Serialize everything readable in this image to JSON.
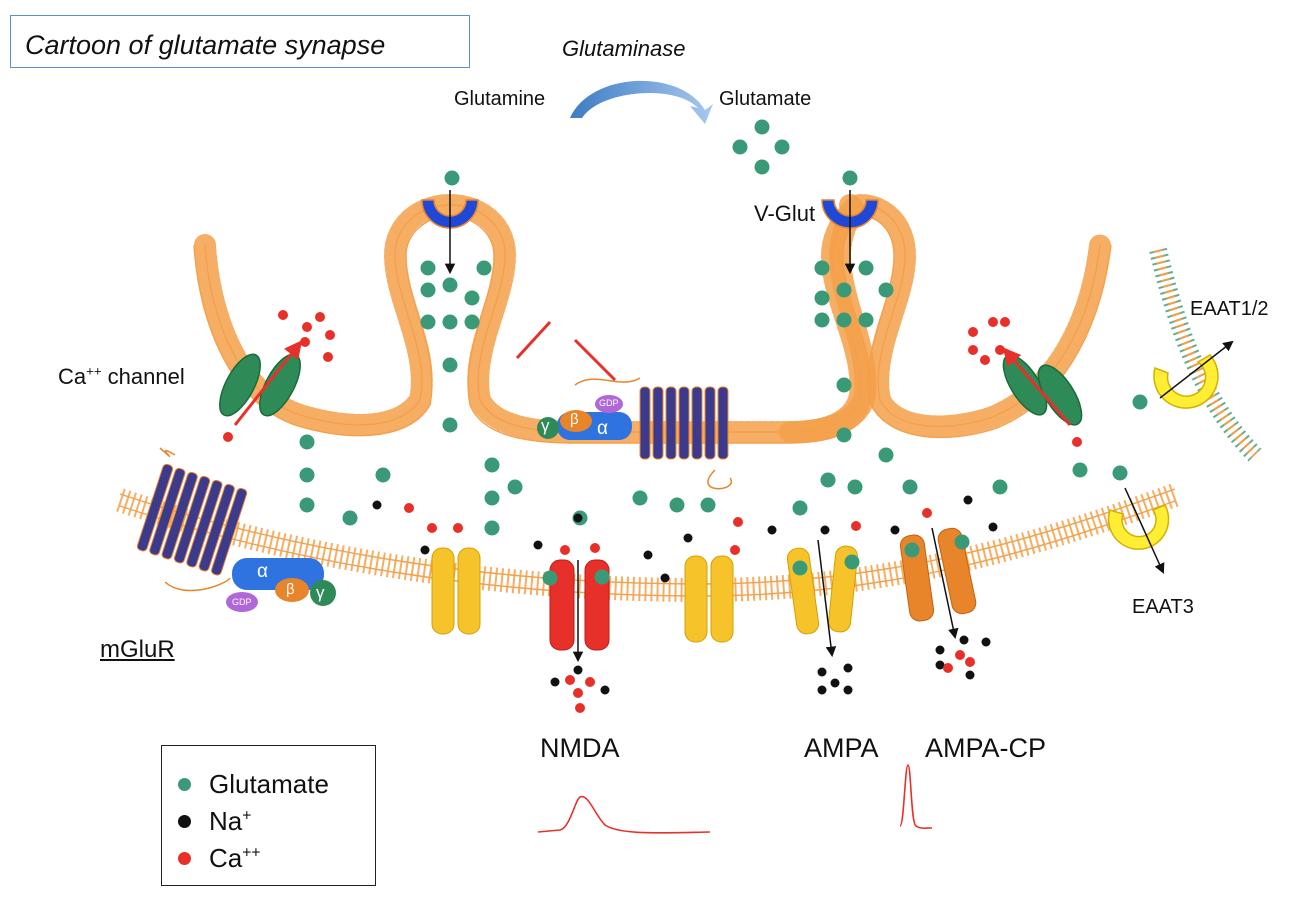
{
  "title": "Cartoon of glutamate synapse",
  "enzyme": {
    "name": "Glutaminase",
    "substrate": "Glutamine",
    "product": "Glutamate"
  },
  "labels": {
    "vglut": "V-Glut",
    "ca_channel": "Ca",
    "ca_channel_sup": "++",
    "ca_channel_suffix": " channel",
    "eaat12": "EAAT1/2",
    "eaat3": "EAAT3",
    "mglur": "mGluR",
    "nmda": "NMDA",
    "ampa": "AMPA",
    "ampa_cp": "AMPA-CP"
  },
  "gprotein": {
    "alpha": "α",
    "beta": "β",
    "gamma": "γ",
    "gdp": "GDP"
  },
  "legend": {
    "items": [
      {
        "label": "Glutamate",
        "sup": "",
        "color": "#3a9a78"
      },
      {
        "label": "Na",
        "sup": "+",
        "color": "#111111"
      },
      {
        "label": "Ca",
        "sup": "++",
        "color": "#e8302a"
      }
    ]
  },
  "colors": {
    "glutamate": "#3a9a78",
    "sodium": "#111111",
    "calcium": "#e8302a",
    "membrane": "#f4a04a",
    "vglut": "#1f47d8",
    "receptor_purple": "#3b3a8c",
    "ampa_yellow": "#f6c42a",
    "nmda_red": "#e8302a",
    "ampa_cp_orange": "#e8842a",
    "ca_channel_green": "#2e8b57",
    "eaat_yellow": "#ffee33",
    "trace_red": "#e8302a"
  }
}
